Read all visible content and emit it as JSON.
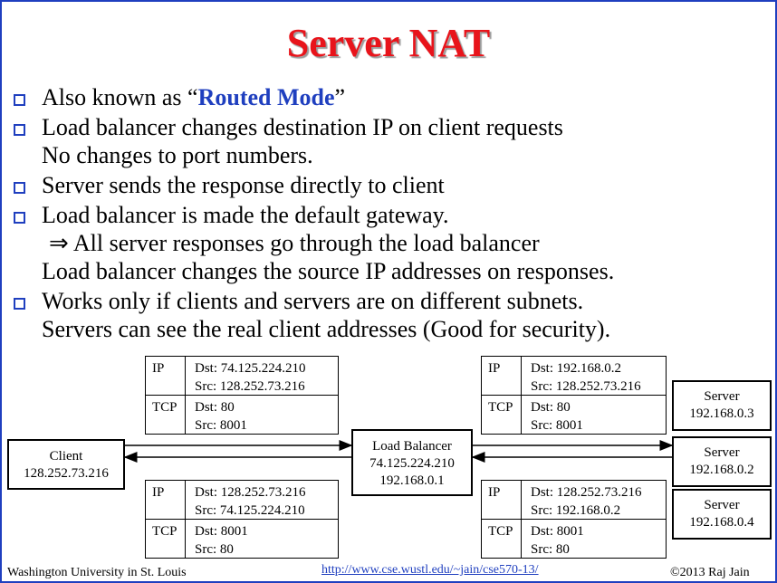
{
  "slide": {
    "title": "Server NAT",
    "bullets": [
      {
        "lines": [
          {
            "pre": "Also known as “",
            "hl": "Routed Mode",
            "post": "”"
          }
        ]
      },
      {
        "lines": [
          {
            "text": "Load balancer changes destination IP on client requests"
          },
          {
            "text": "No changes to port numbers."
          }
        ]
      },
      {
        "lines": [
          {
            "text": "Server sends the response directly to client"
          }
        ]
      },
      {
        "lines": [
          {
            "text": "Load balancer is made the default gateway."
          },
          {
            "arrow": "⇒",
            "text": "All server responses go through the load balancer"
          },
          {
            "text": "Load balancer changes the source IP addresses on responses."
          }
        ]
      },
      {
        "lines": [
          {
            "text": "Works only if clients and servers are on different subnets."
          },
          {
            "text": "Servers can see the real client addresses (Good for security)."
          }
        ]
      }
    ]
  },
  "diagram": {
    "client": {
      "label": "Client",
      "ip": "128.252.73.216"
    },
    "load_balancer": {
      "label": "Load Balancer",
      "ip1": "74.125.224.210",
      "ip2": "192.168.0.1"
    },
    "servers": [
      {
        "label": "Server",
        "ip": "192.168.0.3"
      },
      {
        "label": "Server",
        "ip": "192.168.0.2"
      },
      {
        "label": "Server",
        "ip": "192.168.0.4"
      }
    ],
    "packets": {
      "client_request": {
        "ip_label": "IP",
        "ip_dst": "Dst: 74.125.224.210",
        "ip_src": "Src: 128.252.73.216",
        "tcp_label": "TCP",
        "tcp_dst": "Dst: 80",
        "tcp_src": "Src: 8001"
      },
      "client_response": {
        "ip_label": "IP",
        "ip_dst": "Dst: 128.252.73.216",
        "ip_src": "Src: 74.125.224.210",
        "tcp_label": "TCP",
        "tcp_dst": "Dst: 8001",
        "tcp_src": "Src: 80"
      },
      "server_request": {
        "ip_label": "IP",
        "ip_dst": "Dst: 192.168.0.2",
        "ip_src": "Src: 128.252.73.216",
        "tcp_label": "TCP",
        "tcp_dst": "Dst: 80",
        "tcp_src": "Src: 8001"
      },
      "server_response": {
        "ip_label": "IP",
        "ip_dst": "Dst: 128.252.73.216",
        "ip_src": "Src: 192.168.0.2",
        "tcp_label": "TCP",
        "tcp_dst": "Dst: 8001",
        "tcp_src": "Src: 80"
      }
    }
  },
  "footer": {
    "left": "Washington University in St. Louis",
    "center_link": "http://www.cse.wustl.edu/~jain/cse570-13/",
    "right": "©2013 Raj Jain"
  },
  "colors": {
    "title": "#e8141b",
    "accent": "#1f3fbf"
  }
}
